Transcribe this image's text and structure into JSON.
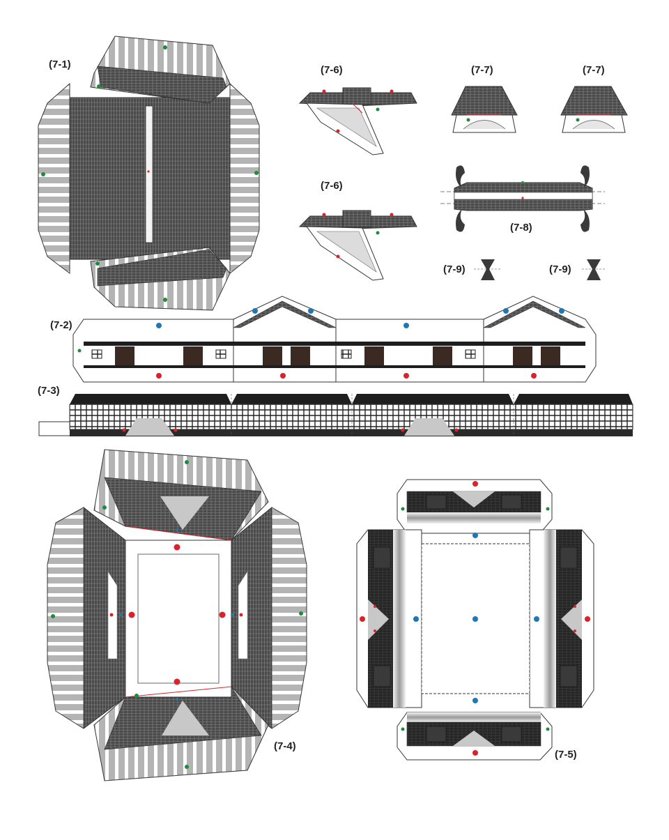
{
  "labels": {
    "p71": "(7-1)",
    "p72": "(7-2)",
    "p73": "(7-3)",
    "p74": "(7-4)",
    "p75": "(7-5)",
    "p76a": "(7-6)",
    "p76b": "(7-6)",
    "p77a": "(7-7)",
    "p77b": "(7-7)",
    "p78": "(7-8)",
    "p79a": "(7-9)",
    "p79b": "(7-9)"
  },
  "colors": {
    "tile_dark": "#4a4a4a",
    "tile_grid": "#6a6a6a",
    "tile_light": "#bdbdbd",
    "outline": "#333333",
    "plaster": "#ffffff",
    "wood": "#3a2a22",
    "roof_black": "#1e1e1e",
    "gray_fill": "#c8c8c8",
    "dot_green": "#1f8a3a",
    "dot_red": "#d8232a",
    "dot_blue": "#1f78b4"
  }
}
